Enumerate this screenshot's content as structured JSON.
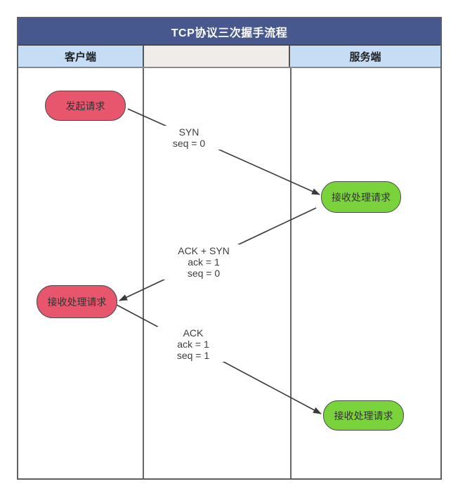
{
  "diagram": {
    "title": "TCP协议三次握手流程",
    "lanes": [
      {
        "label": "客户端"
      },
      {
        "label": ""
      },
      {
        "label": "服务端"
      }
    ],
    "nodes": [
      {
        "id": "initiate-request",
        "lane": "客户端",
        "label": "发起请求",
        "color": "#E8566E"
      },
      {
        "id": "server-receive-1",
        "lane": "服务端",
        "label": "接收处理请求",
        "color": "#7BD33C"
      },
      {
        "id": "client-receive",
        "lane": "客户端",
        "label": "接收处理请求",
        "color": "#E8566E"
      },
      {
        "id": "server-receive-2",
        "lane": "服务端",
        "label": "接收处理请求",
        "color": "#7BD33C"
      }
    ],
    "arrows": [
      {
        "from": "initiate-request",
        "to": "server-receive-1",
        "label_lines": [
          "SYN",
          "seq = 0",
          ""
        ]
      },
      {
        "from": "server-receive-1",
        "to": "client-receive",
        "label_lines": [
          "ACK + SYN",
          "ack = 1",
          "seq = 0"
        ]
      },
      {
        "from": "client-receive",
        "to": "server-receive-2",
        "label_lines": [
          "ACK",
          "ack = 1",
          "seq = 1"
        ]
      }
    ],
    "colors": {
      "title_bg": "#46588E",
      "title_text": "#FFFFFF",
      "lane_header_bg": "#C5DEF6",
      "middle_header_bg": "#EFECE9",
      "client_node_fill": "#E8566E",
      "server_node_fill": "#7BD33C",
      "node_border": "#4A4A4A",
      "arrow_line": "#3A3A3A",
      "table_border": "#5F5F5F"
    }
  }
}
